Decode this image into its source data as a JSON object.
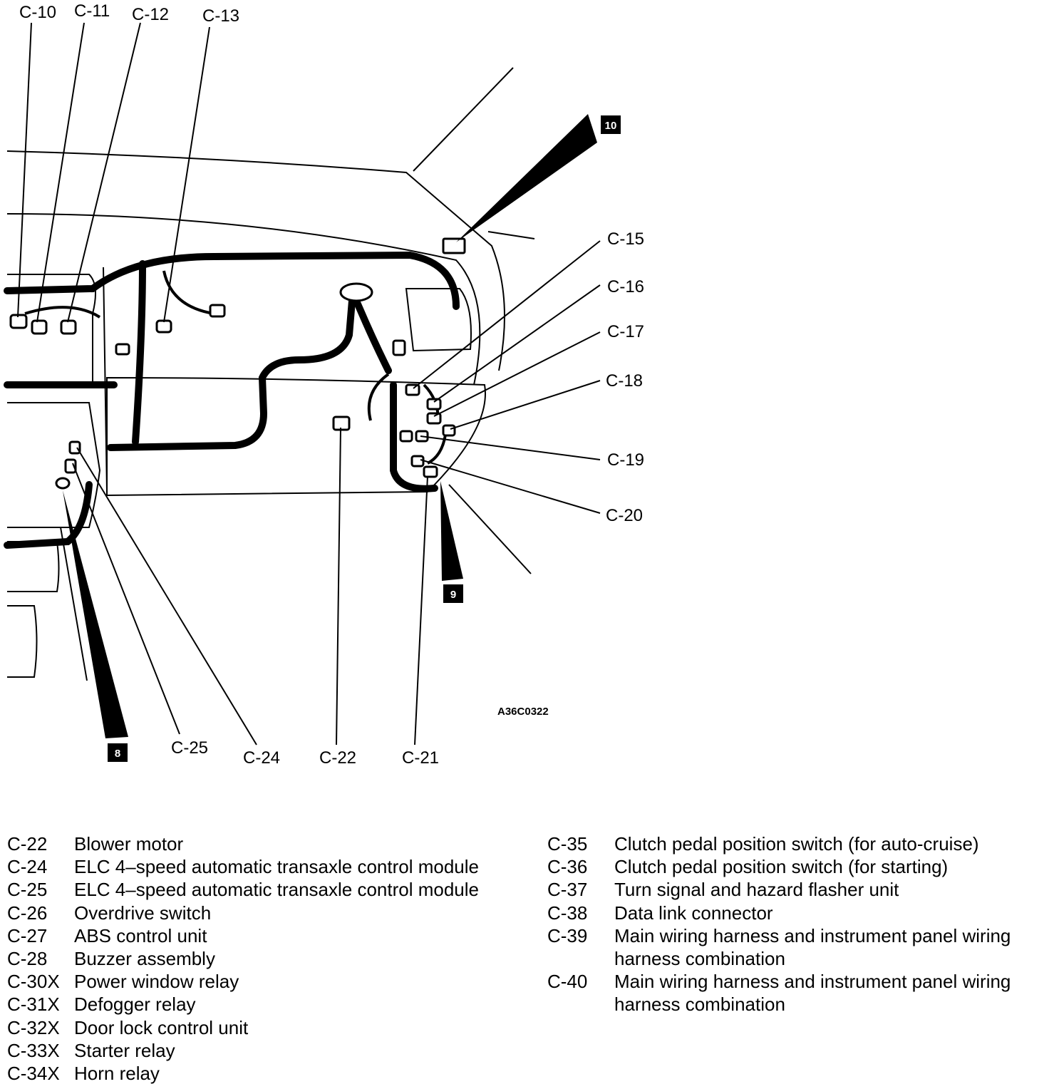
{
  "diagram": {
    "callouts_top": [
      "C-10",
      "C-11",
      "C-12",
      "C-13"
    ],
    "callouts_right": [
      "C-15",
      "C-16",
      "C-17",
      "C-18",
      "C-19",
      "C-20"
    ],
    "callouts_bottom": [
      "C-25",
      "C-24",
      "C-22",
      "C-21"
    ],
    "markers": [
      "10",
      "9",
      "8"
    ],
    "figure_code": "A36C0322"
  },
  "legend": {
    "left": [
      {
        "code": "C-22",
        "desc": "Blower motor"
      },
      {
        "code": "C-24",
        "desc": "ELC 4–speed automatic transaxle control module"
      },
      {
        "code": "C-25",
        "desc": "ELC 4–speed automatic transaxle control module"
      },
      {
        "code": "C-26",
        "desc": "Overdrive switch"
      },
      {
        "code": "C-27",
        "desc": "ABS control unit"
      },
      {
        "code": "C-28",
        "desc": "Buzzer assembly"
      },
      {
        "code": "C-30X",
        "desc": "Power window relay"
      },
      {
        "code": "C-31X",
        "desc": "Defogger relay"
      },
      {
        "code": "C-32X",
        "desc": "Door lock control unit"
      },
      {
        "code": "C-33X",
        "desc": "Starter relay"
      },
      {
        "code": "C-34X",
        "desc": "Horn relay"
      }
    ],
    "right": [
      {
        "code": "C-35",
        "desc": "Clutch pedal position switch (for auto-cruise)"
      },
      {
        "code": "C-36",
        "desc": "Clutch pedal position switch (for starting)"
      },
      {
        "code": "C-37",
        "desc": "Turn signal and hazard flasher unit"
      },
      {
        "code": "C-38",
        "desc": "Data link connector"
      },
      {
        "code": "C-39",
        "desc": "Main wiring harness and instrument panel wiring\nharness combination"
      },
      {
        "code": "C-40",
        "desc": "Main wiring harness and instrument panel wiring\nharness combination"
      }
    ]
  }
}
